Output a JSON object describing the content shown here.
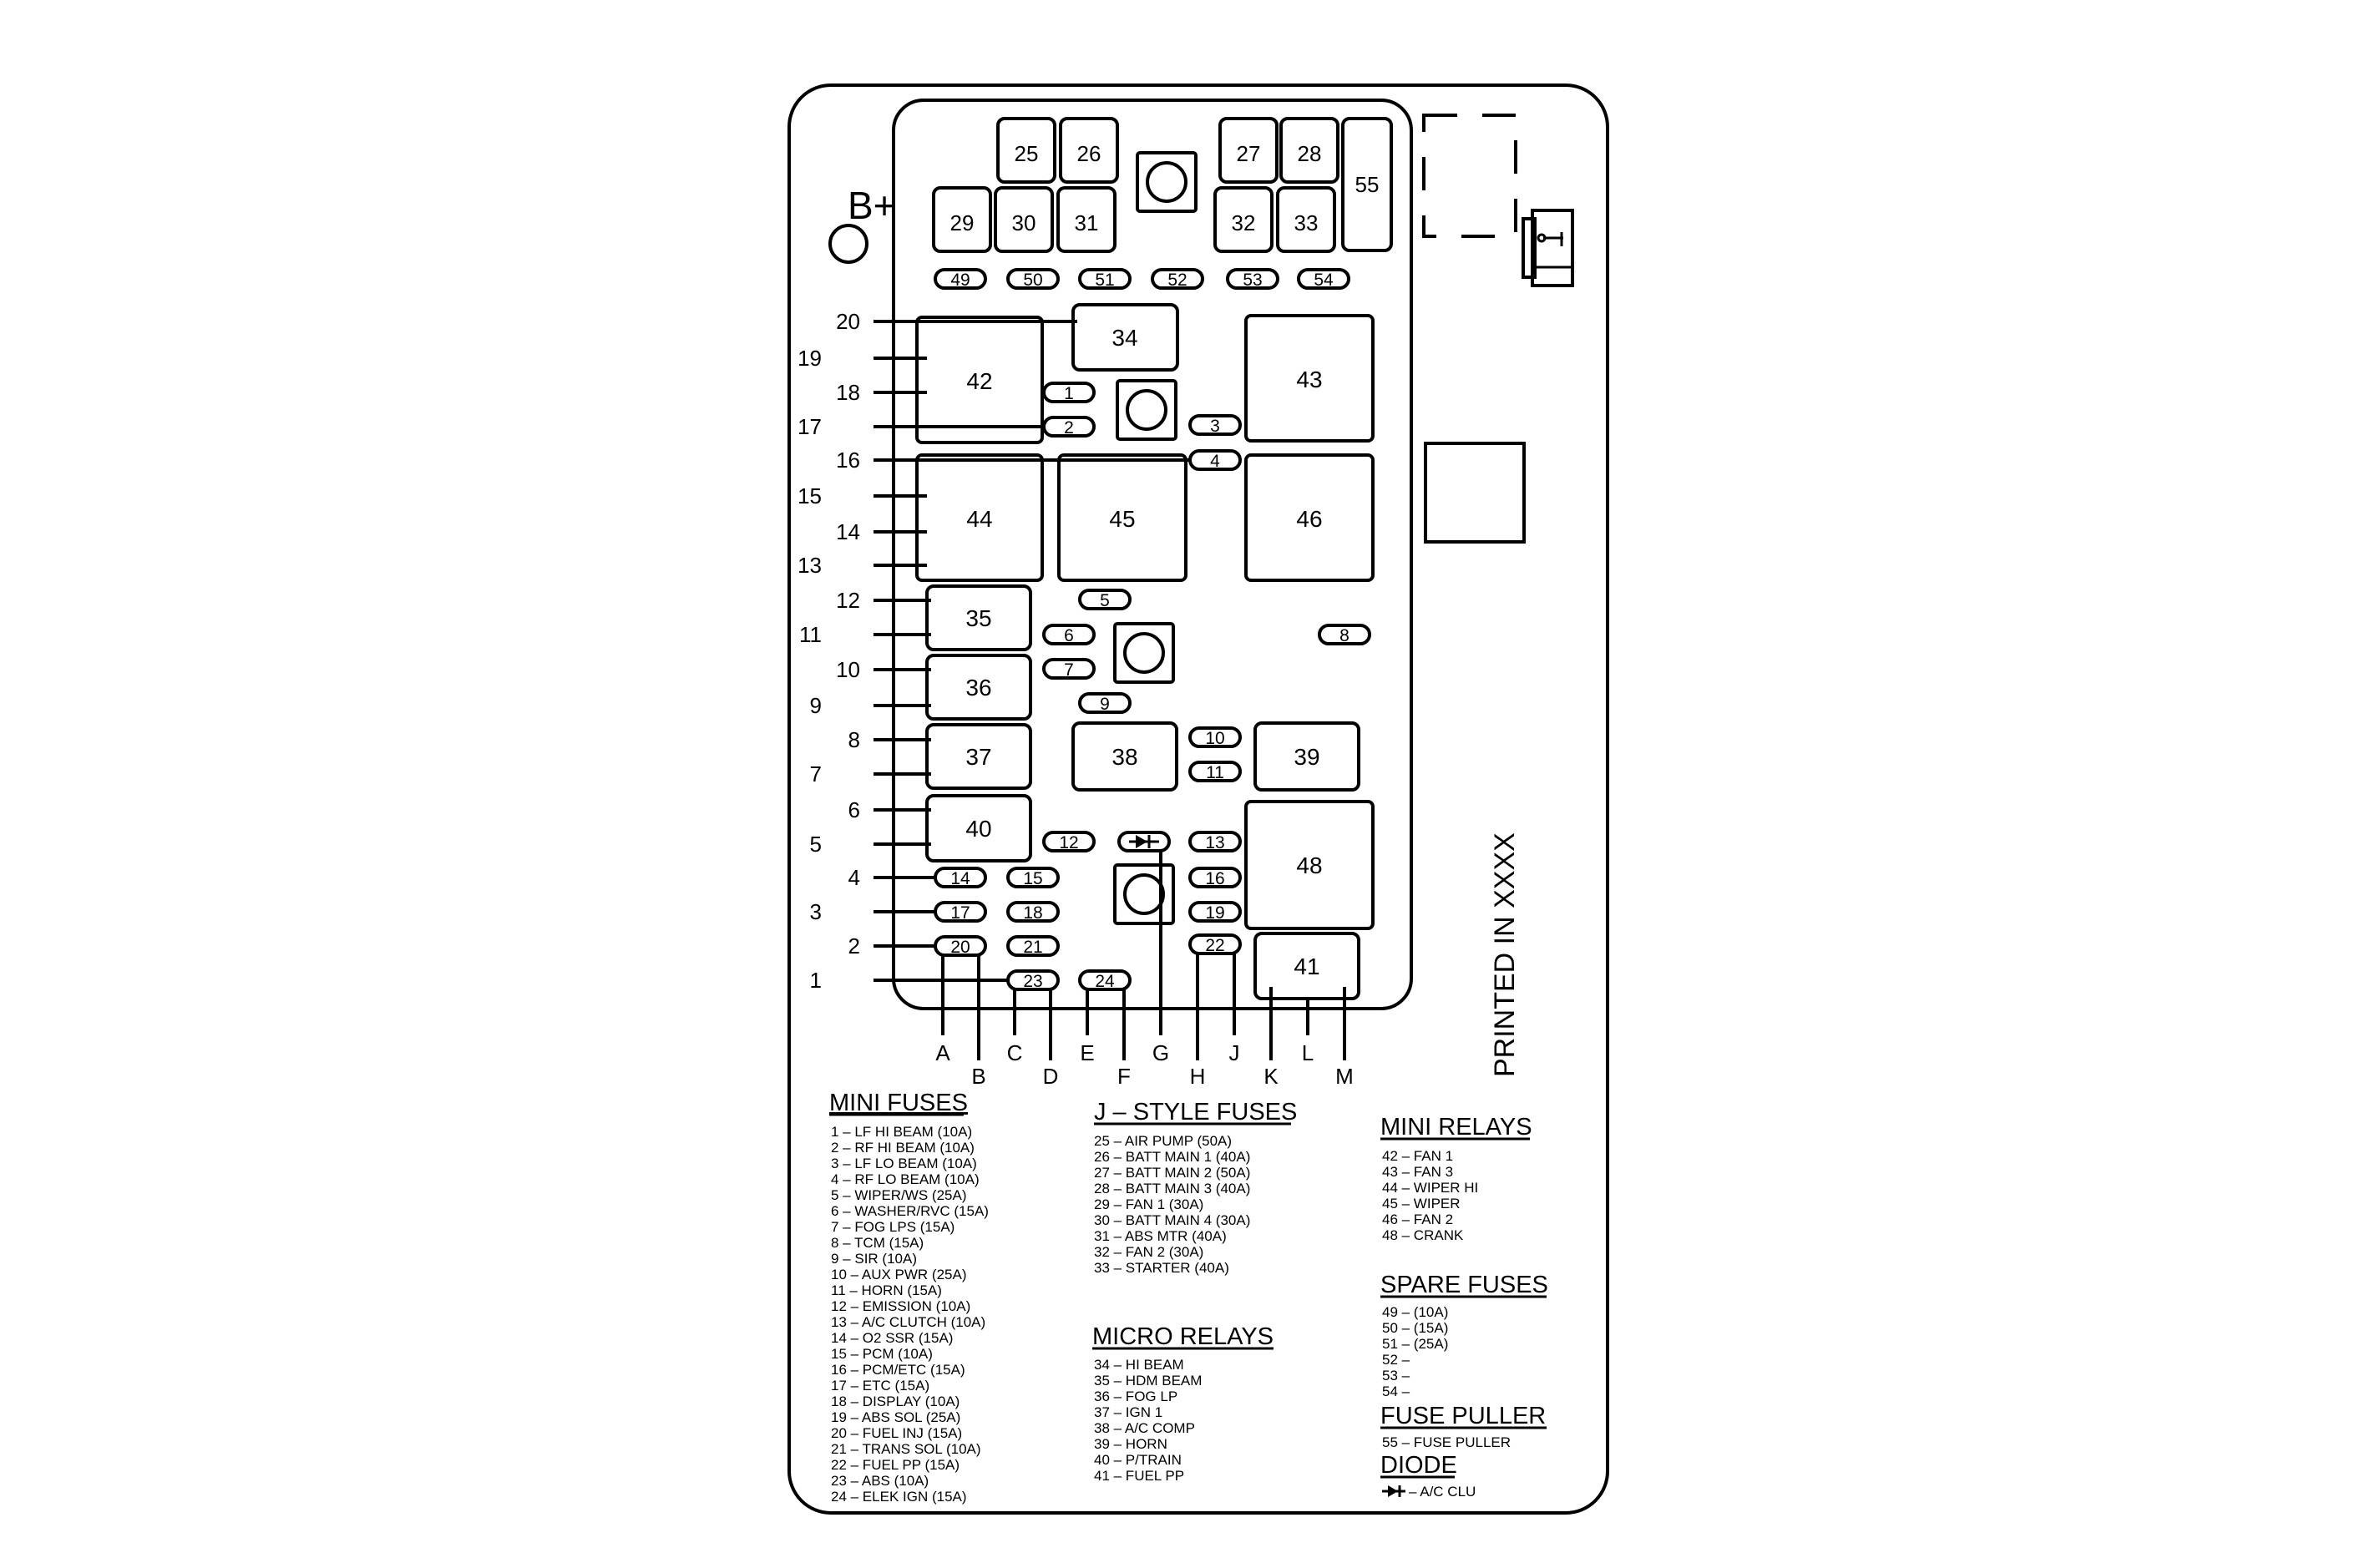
{
  "labels": {
    "b_plus": "B+",
    "printed": "PRINTED IN XXXX"
  },
  "jstyle_fuses": [
    "25",
    "26",
    "27",
    "28",
    "29",
    "30",
    "31",
    "32",
    "33"
  ],
  "fuse_puller_id": "55",
  "spare_fuse_ids": [
    "49",
    "50",
    "51",
    "52",
    "53",
    "54"
  ],
  "relay_ids": {
    "r34": "34",
    "r42": "42",
    "r43": "43",
    "r44": "44",
    "r45": "45",
    "r46": "46",
    "r35": "35",
    "r36": "36",
    "r37": "37",
    "r38": "38",
    "r39": "39",
    "r40": "40",
    "r41": "41",
    "r48": "48"
  },
  "mini_fuse_ids": [
    "1",
    "2",
    "3",
    "4",
    "5",
    "6",
    "7",
    "8",
    "9",
    "10",
    "11",
    "12",
    "13",
    "14",
    "15",
    "16",
    "17",
    "18",
    "19",
    "20",
    "21",
    "22",
    "23",
    "24"
  ],
  "left_pins": [
    "20",
    "19",
    "18",
    "17",
    "16",
    "15",
    "14",
    "13",
    "12",
    "11",
    "10",
    "9",
    "8",
    "7",
    "6",
    "5",
    "4",
    "3",
    "2",
    "1"
  ],
  "bottom_pins": [
    "A",
    "B",
    "C",
    "D",
    "E",
    "F",
    "G",
    "H",
    "J",
    "K",
    "L",
    "M"
  ],
  "legend": {
    "mini_fuses": {
      "title": "MINI FUSES",
      "items": [
        "1 – LF HI BEAM (10A)",
        "2 – RF HI BEAM (10A)",
        "3 – LF LO BEAM (10A)",
        "4 – RF LO BEAM (10A)",
        "5 – WIPER/WS (25A)",
        "6 – WASHER/RVC (15A)",
        "7 – FOG LPS (15A)",
        "8 – TCM (15A)",
        "9 – SIR (10A)",
        "10 – AUX PWR (25A)",
        "11 – HORN (15A)",
        "12 – EMISSION (10A)",
        "13 – A/C CLUTCH (10A)",
        "14 – O2 SSR (15A)",
        "15 – PCM (10A)",
        "16 – PCM/ETC (15A)",
        "17 – ETC (15A)",
        "18 – DISPLAY (10A)",
        "19 – ABS SOL (25A)",
        "20 – FUEL INJ (15A)",
        "21 – TRANS SOL (10A)",
        "22 – FUEL PP (15A)",
        "23 – ABS (10A)",
        "24 – ELEK IGN (15A)"
      ]
    },
    "j_style_fuses": {
      "title": "J – STYLE FUSES",
      "items": [
        "25 – AIR PUMP (50A)",
        "26 – BATT MAIN 1 (40A)",
        "27 – BATT MAIN 2 (50A)",
        "28 – BATT MAIN 3 (40A)",
        "29 – FAN 1 (30A)",
        "30 – BATT MAIN 4 (30A)",
        "31 – ABS MTR (40A)",
        "32 – FAN 2 (30A)",
        "33 – STARTER (40A)"
      ]
    },
    "micro_relays": {
      "title": "MICRO RELAYS",
      "items": [
        "34 – HI BEAM",
        "35 – HDM BEAM",
        "36 – FOG LP",
        "37 – IGN 1",
        "38 – A/C COMP",
        "39 – HORN",
        "40 – P/TRAIN",
        "41 – FUEL PP"
      ]
    },
    "mini_relays": {
      "title": "MINI RELAYS",
      "items": [
        "42 – FAN 1",
        "43 – FAN 3",
        "44 – WIPER HI",
        "45 – WIPER",
        "46 – FAN 2",
        "48 – CRANK"
      ]
    },
    "spare_fuses": {
      "title": "SPARE FUSES",
      "items": [
        "49 – (10A)",
        "50 – (15A)",
        "51 – (25A)",
        "52 –",
        "53 –",
        "54 –"
      ]
    },
    "fuse_puller": {
      "title": "FUSE PULLER",
      "items": [
        "55 – FUSE PULLER"
      ]
    },
    "diode": {
      "title": "DIODE",
      "items": [
        "– A/C CLU"
      ]
    }
  }
}
